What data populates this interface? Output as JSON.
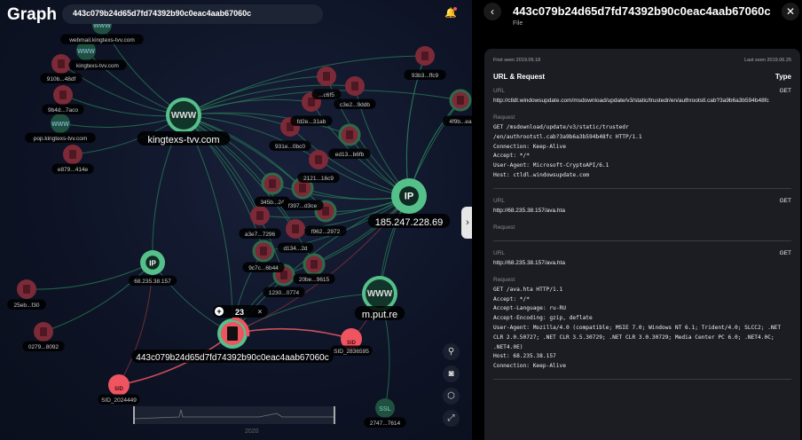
{
  "graph": {
    "title": "Graph",
    "search_value": "443c079b24d65d7fd74392b90c0eac4aab67060c",
    "badge": {
      "count": "23",
      "add": "+",
      "close": "×"
    },
    "timeline_year": "2020",
    "colors": {
      "green": "#4fbf7f",
      "file": "#7a2a38",
      "sid": "#ee5560",
      "edge": "#2a7f5a"
    },
    "nodes": [
      {
        "type": "www",
        "label": "kingtexs-tvv.com",
        "big": true
      },
      {
        "type": "www",
        "label": "webmail.kingtexs-tvv.com"
      },
      {
        "type": "www",
        "label": "kingtexs-tvv.com"
      },
      {
        "type": "file",
        "label": "910b...48df"
      },
      {
        "type": "file",
        "label": "9b4d...7aco"
      },
      {
        "type": "www",
        "label": "pop.kingtexs-tvv.com"
      },
      {
        "type": "file",
        "label": "e879...414e"
      },
      {
        "type": "file",
        "label": "93b3...ffc9"
      },
      {
        "type": "file",
        "label": "4f9b...ea"
      },
      {
        "type": "file",
        "label": "...c6f5"
      },
      {
        "type": "file",
        "label": "c3e2...9ddb"
      },
      {
        "type": "file",
        "label": "fd2e...31ab"
      },
      {
        "type": "file",
        "label": "931e...0bc0"
      },
      {
        "type": "file",
        "label": "ed13...b6fb"
      },
      {
        "type": "file",
        "label": "2121...16c9"
      },
      {
        "type": "file",
        "label": "345b...24"
      },
      {
        "type": "file",
        "label": "f397...d3ce"
      },
      {
        "type": "file",
        "label": "f962...2972"
      },
      {
        "type": "file",
        "label": "a3e7...7296"
      },
      {
        "type": "file",
        "label": "d134...2d"
      },
      {
        "type": "file",
        "label": "9c7c...6b44"
      },
      {
        "type": "file",
        "label": "20be...9615"
      },
      {
        "type": "file",
        "label": "1230...0774"
      },
      {
        "type": "ip",
        "label": "185.247.228.69",
        "big": true
      },
      {
        "type": "www",
        "label": "m.put.re",
        "big": true
      },
      {
        "type": "ip",
        "label": "68.235.38.157"
      },
      {
        "type": "file",
        "label": "25eb...f30"
      },
      {
        "type": "file",
        "label": "0279...8092"
      },
      {
        "type": "center",
        "label": "443c079b24d65d7fd74392b90c0eac4aab67060c"
      },
      {
        "type": "sid",
        "label": "SID_2836595"
      },
      {
        "type": "sid",
        "label": "SID_2024449"
      },
      {
        "type": "ssl",
        "label": "2747...7614"
      }
    ],
    "tools": [
      "location-pin",
      "screenshot",
      "network-view",
      "fullscreen"
    ]
  },
  "panel": {
    "title": "443c079b24d65d7fd74392b90c0eac4aab67060c",
    "subtitle": "File",
    "first_seen": "First seen 2019.06.18",
    "last_seen": "Last seen 2019.06.25",
    "section_title": "URL & Request",
    "type_header": "Type",
    "entries": [
      {
        "url_label": "URL",
        "type": "GET",
        "url": "http://ctldl.windowsupdate.com/msdownload/update/v3/static/trustedr/en/authrootstl.cab?3a9b6a3b594b48fc",
        "request_label": "Request",
        "request": "GET /msdownload/update/v3/static/trustedr\n/en/authrootstl.cab?3a9b6a3b594b48fc HTTP/1.1\nConnection: Keep-Alive\nAccept: */*\nUser-Agent: Microsoft-CryptoAPI/6.1\nHost: ctldl.windowsupdate.com"
      },
      {
        "url_label": "URL",
        "type": "GET",
        "url": "http://68.235.38.157/ava.hta",
        "request_label": "Request",
        "request": ""
      },
      {
        "url_label": "URL",
        "type": "GET",
        "url": "http://68.235.38.157/ava.hta",
        "request_label": "Request",
        "request": "GET /ava.hta HTTP/1.1\nAccept: */*\nAccept-Language: ru-RU\nAccept-Encoding: gzip, deflate\nUser-Agent: Mozilla/4.0 (compatible; MSIE 7.0; Windows NT 6.1; Trident/4.0; SLCC2; .NET CLR 2.0.50727; .NET CLR 3.5.30729; .NET CLR 3.0.30729; Media Center PC 6.0; .NET4.0C; .NET4.0E)\nHost: 68.235.38.157\nConnection: Keep-Alive"
      }
    ]
  }
}
